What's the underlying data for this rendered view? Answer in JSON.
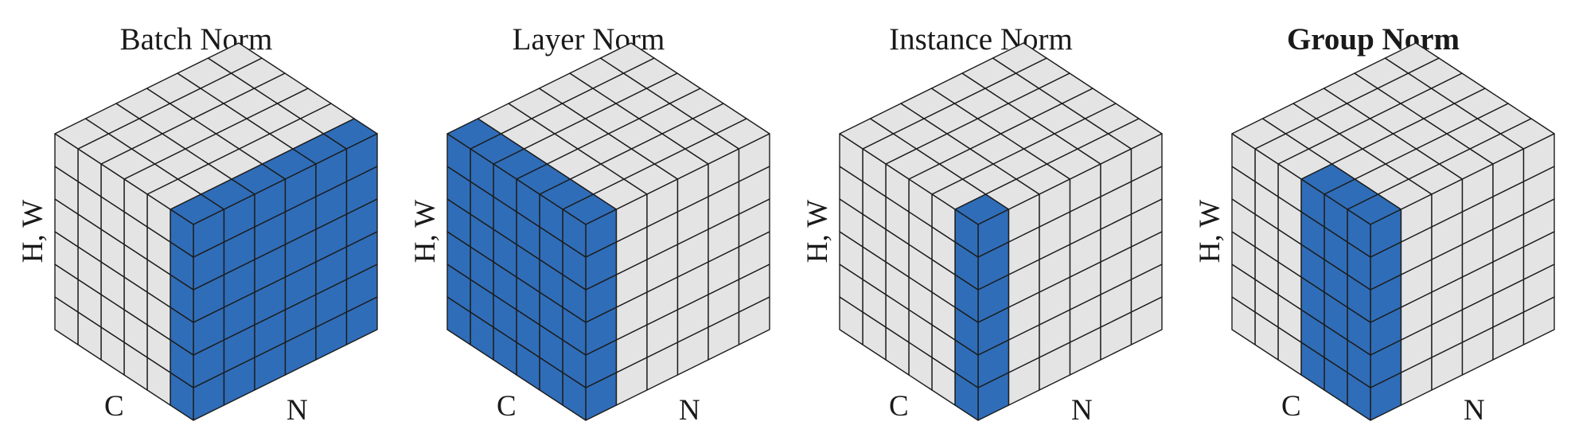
{
  "colors": {
    "highlight": "#2f6db8",
    "cell": "#e4e4e4",
    "edge": "#1c1c1c"
  },
  "panels": [
    {
      "title": "Batch Norm",
      "title_bold": false,
      "axis_vertical": "H, W",
      "axis_left": "C",
      "axis_right": "N",
      "highlight": "batch"
    },
    {
      "title": "Layer Norm",
      "title_bold": false,
      "axis_vertical": "H, W",
      "axis_left": "C",
      "axis_right": "N",
      "highlight": "layer"
    },
    {
      "title": "Instance Norm",
      "title_bold": false,
      "axis_vertical": "H, W",
      "axis_left": "C",
      "axis_right": "N",
      "highlight": "instance"
    },
    {
      "title": "Group Norm",
      "title_bold": true,
      "axis_vertical": "H, W",
      "axis_left": "C",
      "axis_right": "N",
      "highlight": "group"
    }
  ],
  "grid": {
    "n_size": 6,
    "c_size": 6,
    "hw_size": 6
  }
}
